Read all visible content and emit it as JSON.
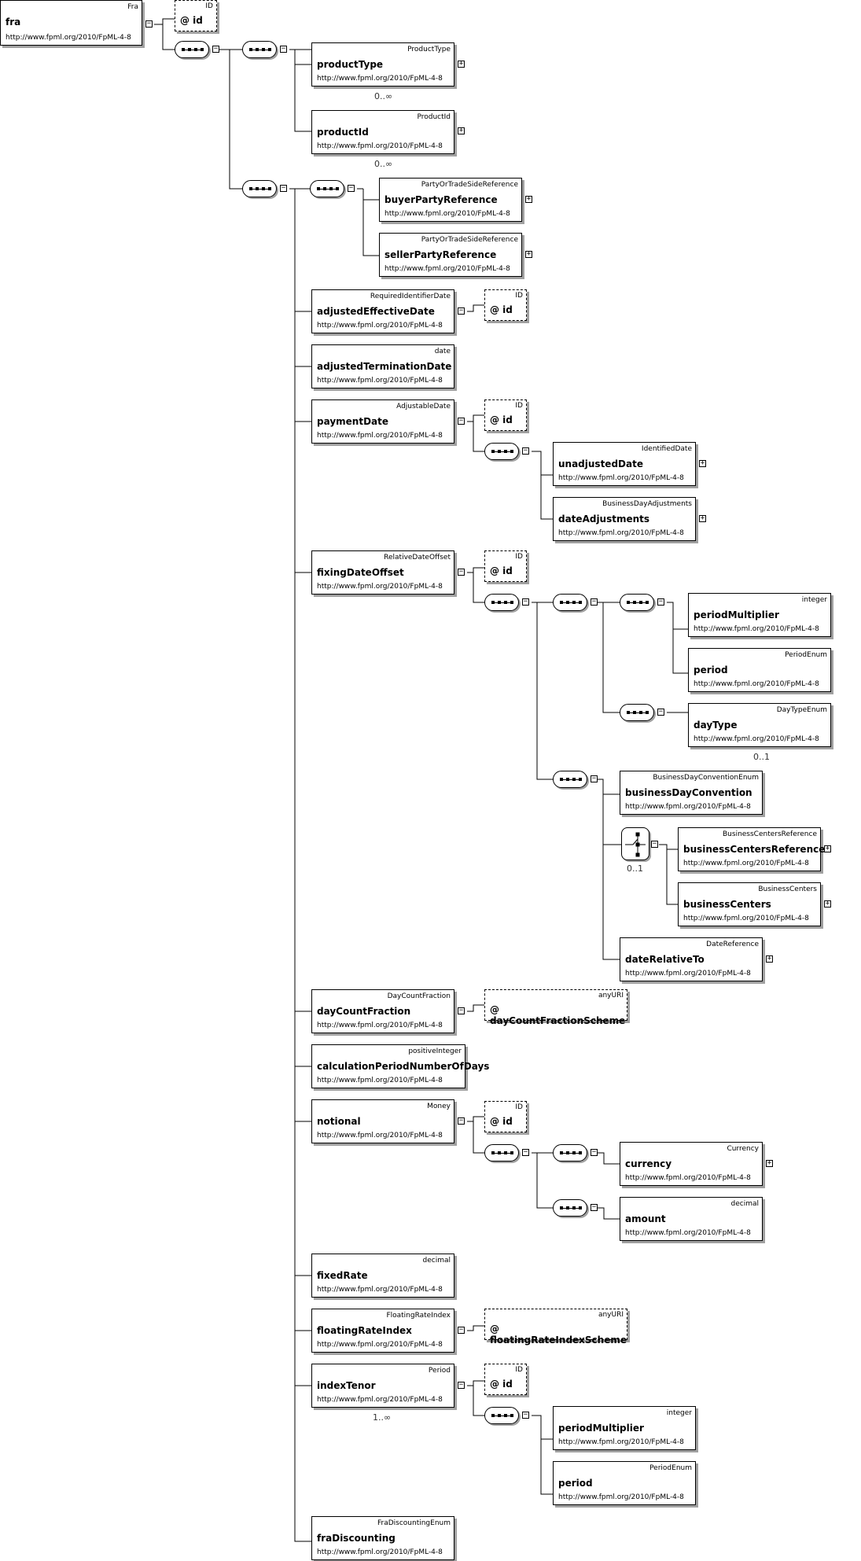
{
  "root": {
    "type": "Fra",
    "name": "fra",
    "ns": "http://www.fpml.org/2010/FpML-4-8"
  },
  "root_attr": {
    "type": "ID",
    "name": "@ id"
  },
  "elements": {
    "productType": {
      "type": "ProductType",
      "name": "productType",
      "ns": "http://www.fpml.org/2010/FpML-4-8",
      "occurs": "0..∞"
    },
    "productId": {
      "type": "ProductId",
      "name": "productId",
      "ns": "http://www.fpml.org/2010/FpML-4-8",
      "occurs": "0..∞"
    },
    "buyerPartyReference": {
      "type": "PartyOrTradeSideReference",
      "name": "buyerPartyReference",
      "ns": "http://www.fpml.org/2010/FpML-4-8"
    },
    "sellerPartyReference": {
      "type": "PartyOrTradeSideReference",
      "name": "sellerPartyReference",
      "ns": "http://www.fpml.org/2010/FpML-4-8"
    },
    "adjustedEffectiveDate": {
      "type": "RequiredIdentifierDate",
      "name": "adjustedEffectiveDate",
      "ns": "http://www.fpml.org/2010/FpML-4-8"
    },
    "adjustedEffectiveDate_id": {
      "type": "ID",
      "name": "@ id"
    },
    "adjustedTerminationDate": {
      "type": "date",
      "name": "adjustedTerminationDate",
      "ns": "http://www.fpml.org/2010/FpML-4-8"
    },
    "paymentDate": {
      "type": "AdjustableDate",
      "name": "paymentDate",
      "ns": "http://www.fpml.org/2010/FpML-4-8"
    },
    "paymentDate_id": {
      "type": "ID",
      "name": "@ id"
    },
    "unadjustedDate": {
      "type": "IdentifiedDate",
      "name": "unadjustedDate",
      "ns": "http://www.fpml.org/2010/FpML-4-8"
    },
    "dateAdjustments": {
      "type": "BusinessDayAdjustments",
      "name": "dateAdjustments",
      "ns": "http://www.fpml.org/2010/FpML-4-8"
    },
    "fixingDateOffset": {
      "type": "RelativeDateOffset",
      "name": "fixingDateOffset",
      "ns": "http://www.fpml.org/2010/FpML-4-8"
    },
    "fixingDateOffset_id": {
      "type": "ID",
      "name": "@ id"
    },
    "periodMultiplier1": {
      "type": "integer",
      "name": "periodMultiplier",
      "ns": "http://www.fpml.org/2010/FpML-4-8"
    },
    "period1": {
      "type": "PeriodEnum",
      "name": "period",
      "ns": "http://www.fpml.org/2010/FpML-4-8"
    },
    "dayType": {
      "type": "DayTypeEnum",
      "name": "dayType",
      "ns": "http://www.fpml.org/2010/FpML-4-8",
      "occurs": "0..1"
    },
    "businessDayConvention": {
      "type": "BusinessDayConventionEnum",
      "name": "businessDayConvention",
      "ns": "http://www.fpml.org/2010/FpML-4-8"
    },
    "choice_occurs": "0..1",
    "businessCentersReference": {
      "type": "BusinessCentersReference",
      "name": "businessCentersReference",
      "ns": "http://www.fpml.org/2010/FpML-4-8"
    },
    "businessCenters": {
      "type": "BusinessCenters",
      "name": "businessCenters",
      "ns": "http://www.fpml.org/2010/FpML-4-8"
    },
    "dateRelativeTo": {
      "type": "DateReference",
      "name": "dateRelativeTo",
      "ns": "http://www.fpml.org/2010/FpML-4-8"
    },
    "dayCountFraction": {
      "type": "DayCountFraction",
      "name": "dayCountFraction",
      "ns": "http://www.fpml.org/2010/FpML-4-8"
    },
    "dayCountFraction_attr": {
      "type": "anyURI",
      "name": "@ dayCountFractionScheme"
    },
    "calculationPeriodNumberOfDays": {
      "type": "positiveInteger",
      "name": "calculationPeriodNumberOfDays",
      "ns": "http://www.fpml.org/2010/FpML-4-8"
    },
    "notional": {
      "type": "Money",
      "name": "notional",
      "ns": "http://www.fpml.org/2010/FpML-4-8"
    },
    "notional_id": {
      "type": "ID",
      "name": "@ id"
    },
    "currency": {
      "type": "Currency",
      "name": "currency",
      "ns": "http://www.fpml.org/2010/FpML-4-8"
    },
    "amount": {
      "type": "decimal",
      "name": "amount",
      "ns": "http://www.fpml.org/2010/FpML-4-8"
    },
    "fixedRate": {
      "type": "decimal",
      "name": "fixedRate",
      "ns": "http://www.fpml.org/2010/FpML-4-8"
    },
    "floatingRateIndex": {
      "type": "FloatingRateIndex",
      "name": "floatingRateIndex",
      "ns": "http://www.fpml.org/2010/FpML-4-8"
    },
    "floatingRateIndex_attr": {
      "type": "anyURI",
      "name": "@ floatingRateIndexScheme"
    },
    "indexTenor": {
      "type": "Period",
      "name": "indexTenor",
      "ns": "http://www.fpml.org/2010/FpML-4-8",
      "occurs": "1..∞"
    },
    "indexTenor_id": {
      "type": "ID",
      "name": "@ id"
    },
    "periodMultiplier2": {
      "type": "integer",
      "name": "periodMultiplier",
      "ns": "http://www.fpml.org/2010/FpML-4-8"
    },
    "period2": {
      "type": "PeriodEnum",
      "name": "period",
      "ns": "http://www.fpml.org/2010/FpML-4-8"
    },
    "fraDiscounting": {
      "type": "FraDiscountingEnum",
      "name": "fraDiscounting",
      "ns": "http://www.fpml.org/2010/FpML-4-8"
    }
  }
}
